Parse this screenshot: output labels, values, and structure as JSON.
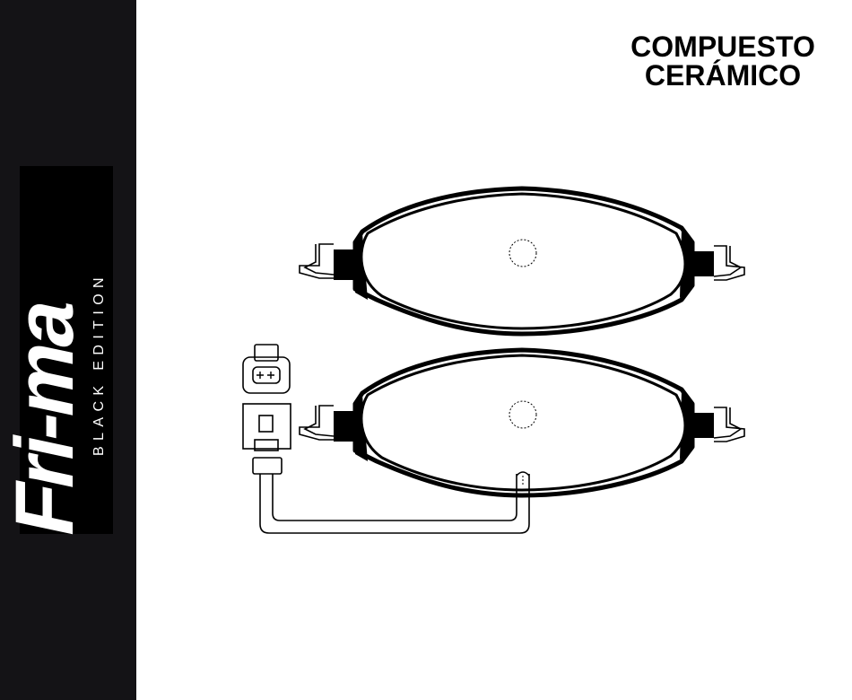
{
  "brand": {
    "logo_text": "Fri-ma",
    "edition": "BLACK EDITION"
  },
  "compound": {
    "line1": "COMPUESTO",
    "line2": "CERÁMICO"
  },
  "colors": {
    "sidebar": "#141316",
    "logo_background": "#000000",
    "logo_text": "#ffffff",
    "outline": "#000000",
    "background": "#ffffff"
  },
  "drawing": {
    "pads": [
      "brake-pad-upper",
      "brake-pad-lower"
    ],
    "has_wear_sensor": true,
    "sensor_connector_icon": "plug-connector-icon"
  }
}
